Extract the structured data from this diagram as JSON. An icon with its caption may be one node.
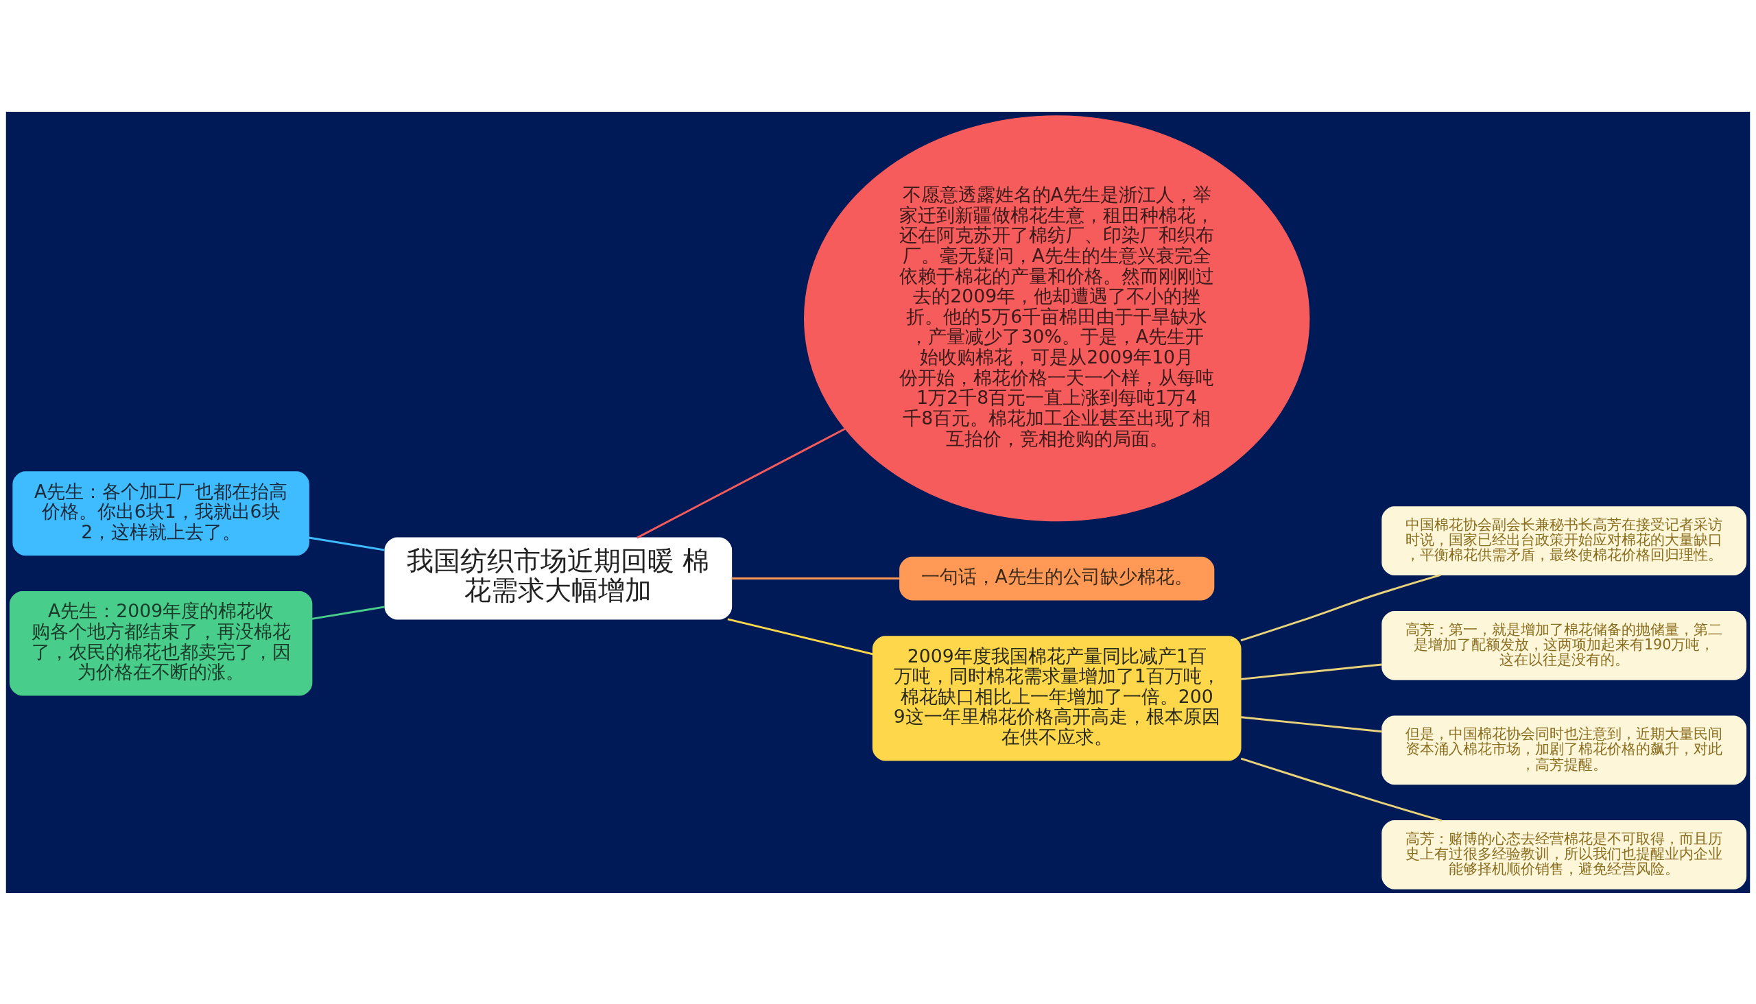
{
  "diagram": {
    "nodes": [
      {
        "text": [
          "我国纺织市场近期回暖 棉花需求大幅增加"
        ]
      },
      {
        "text": [
          "不愿意透露姓名的A先生是浙江人，举家迁到新疆做棉花生意，租田种棉花，还在阿克苏开了棉纺厂、印染厂和织布厂。毫无疑问，A先生的生意兴衰完全依赖于棉花的产量和价格。然而刚刚过去的2009年，他却遭遇了不小的挫折。他的5万6千亩棉田由于干旱缺水，产量减少了30%。于是，A先生开始收购棉花，可是从2009年10月份开始，棉花价格一天一个样，从每吨1万2千8百元一直上涨到每吨1万4千8百元。棉花加工企业甚至出现了相互抬价，竞相抢购的局面。"
        ]
      },
      {
        "text": [
          "一句话，A先生的公司缺少棉花。"
        ]
      },
      {
        "text": [
          "2009年度我国棉花产量同比减产1百万吨，同时棉花需求量增加了1百万吨，棉花缺口相比上一年增加了一倍。2009这一年里棉花价格高开高走，根本原因在供不应求。"
        ]
      },
      {
        "text": [
          "中国棉花协会副会长兼秘书长高芳在接受记者采访时说，国家已经出台政策开始应对棉花的大量缺口，平衡棉花供需矛盾，最终使棉花价格回归理性。"
        ]
      },
      {
        "text": [
          "高芳：第一，就是增加了棉花储备的抛储量，第二是增加了配额发放，这两项加起来有190万吨，这在以往是没有的。"
        ]
      },
      {
        "text": [
          "但是，中国棉花协会同时也注意到，近期大量民间资本涌入棉花市场，加剧了棉花价格的飙升，对此，高芳提醒。"
        ]
      },
      {
        "text": [
          "高芳：赌博的心态去经营棉花是不可取得，而且历史上有过很多经验教训，所以我们也提醒业内企业能够择机顺价销售，避免经营风险。"
        ]
      },
      {
        "text": [
          "A先生：各个加工厂也都在抬高价格。你出6块1，我就出6块2，这样就上去了。"
        ]
      },
      {
        "text": [
          "A先生：2009年度的棉花收购各个地方都结束了，再没棉花了，农民的棉花也都卖完了，因为价格在不断的涨。"
        ]
      }
    ],
    "edges": [
      {
        "from": 0,
        "to": 1,
        "arrow": "none",
        "color": "#f45b5b"
      },
      {
        "from": 0,
        "to": 2,
        "arrow": "none",
        "color": "#ff9955"
      },
      {
        "from": 0,
        "to": 3,
        "arrow": "none",
        "color": "#ffd74a"
      },
      {
        "from": 3,
        "to": 4,
        "arrow": "none",
        "color": "#e8d27a"
      },
      {
        "from": 3,
        "to": 5,
        "arrow": "none",
        "color": "#e8d27a"
      },
      {
        "from": 3,
        "to": 6,
        "arrow": "none",
        "color": "#e8d27a"
      },
      {
        "from": 3,
        "to": 7,
        "arrow": "none",
        "color": "#e8d27a"
      },
      {
        "from": 8,
        "to": 0,
        "arrow": "none",
        "color": "#3fbcff"
      },
      {
        "from": 9,
        "to": 0,
        "arrow": "none",
        "color": "#48ce8a"
      }
    ]
  }
}
